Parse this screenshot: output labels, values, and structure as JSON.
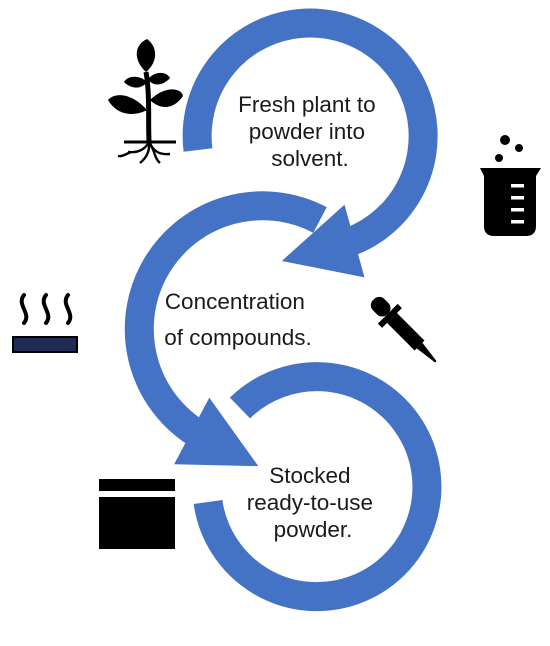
{
  "steps": [
    {
      "lines": [
        "Fresh plant to",
        "powder into",
        "solvent."
      ]
    },
    {
      "lines": [
        "Concentration",
        "of compounds."
      ]
    },
    {
      "lines": [
        "Stocked",
        "ready-to-use",
        "powder."
      ]
    }
  ],
  "colors": {
    "arrow": "#4472C4",
    "icon": "#000000",
    "heater_plate": "#1F2A55",
    "background": "#ffffff",
    "text": "#1a1a1a"
  },
  "icons": [
    "plant-icon",
    "beaker-icon",
    "heat-plate-icon",
    "dropper-icon",
    "storage-box-icon"
  ]
}
